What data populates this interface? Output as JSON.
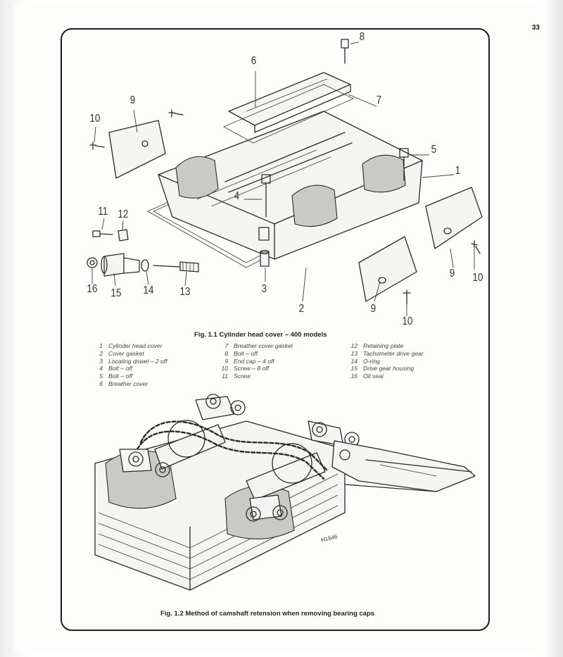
{
  "page": {
    "number": "33"
  },
  "figure1": {
    "caption": "Fig. 1.1 Cylinder head cover – 400 models",
    "callouts": [
      "1",
      "2",
      "3",
      "4",
      "5",
      "6",
      "7",
      "8",
      "9",
      "9",
      "9",
      "10",
      "10",
      "10",
      "11",
      "12",
      "13",
      "14",
      "15",
      "16"
    ],
    "legend": [
      [
        {
          "n": "1",
          "t": "Cylinder head cover"
        },
        {
          "n": "2",
          "t": "Cover gasket"
        },
        {
          "n": "3",
          "t": "Locating dowel – 2 off"
        },
        {
          "n": "4",
          "t": "Bolt – off"
        },
        {
          "n": "5",
          "t": "Bolt – off"
        },
        {
          "n": "6",
          "t": "Breather cover"
        }
      ],
      [
        {
          "n": "7",
          "t": "Breather cover gasket"
        },
        {
          "n": "8",
          "t": "Bolt – off"
        },
        {
          "n": "9",
          "t": "End cap – 4 off"
        },
        {
          "n": "10",
          "t": "Screw – 8 off"
        },
        {
          "n": "11",
          "t": "Screw"
        }
      ],
      [
        {
          "n": "12",
          "t": "Retaining plate"
        },
        {
          "n": "13",
          "t": "Tachometer drive gear"
        },
        {
          "n": "14",
          "t": "O-ring"
        },
        {
          "n": "15",
          "t": "Drive gear housing"
        },
        {
          "n": "16",
          "t": "Oil seal"
        }
      ]
    ]
  },
  "figure2": {
    "caption": "Fig. 1.2 Method of camshaft retension when removing bearing caps",
    "artist_mark": "H1646"
  }
}
